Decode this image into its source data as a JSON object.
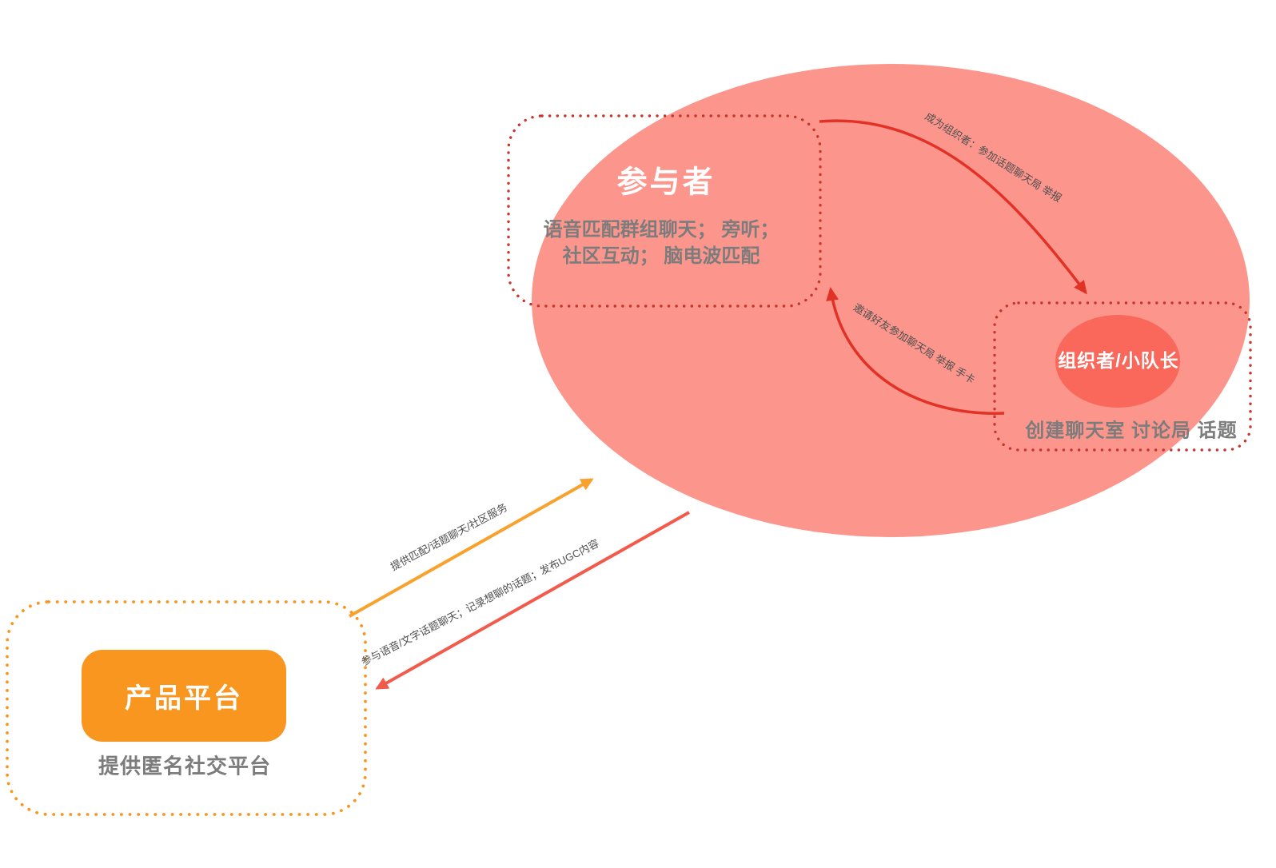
{
  "participant": {
    "title": "参与者",
    "line1": "语音匹配群组聊天； 旁听；",
    "line2": "社区互动； 脑电波匹配"
  },
  "organizer": {
    "title": "组织者/小队长",
    "description": "创建聊天室 讨论局 话题"
  },
  "platform": {
    "title": "产品平台",
    "description": "提供匿名社交平台"
  },
  "arrows": {
    "become_organizer_label": "成为组织者：参加话题聊天局 举报",
    "invite_friends_label": "邀请好友参加聊天局 举报 手卡",
    "provide_service_label": "提供匹配/话题聊天/社区服务",
    "participate_label": "参与语音/文字话题聊天；记录想聊的话题；发布UGC内容"
  },
  "colors": {
    "ellipse_fill": "#FC968D",
    "circle_fill": "#F9685B",
    "red_accent": "#E23125",
    "dot_red": "#C8352A",
    "orange_accent": "#F8961F",
    "orange_arrow": "#F9A12D",
    "coral_arrow": "#F25A4B",
    "gray_text": "#7C7C7C",
    "label_text": "#4F4F4F"
  }
}
